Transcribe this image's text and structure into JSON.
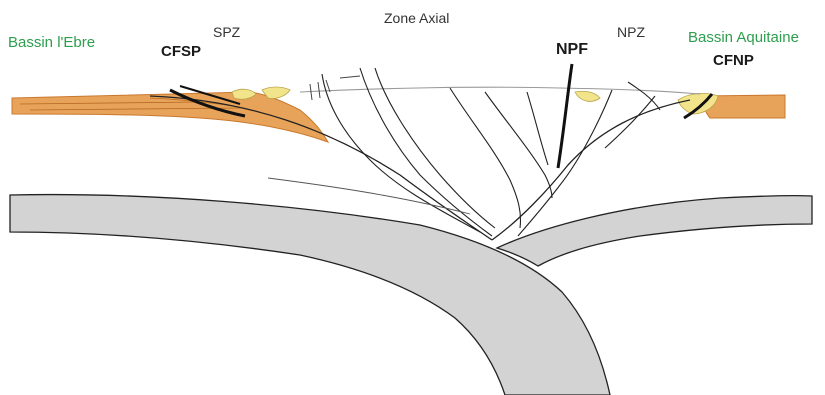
{
  "labels": {
    "bassin_ebre": "Bassin l'Ebre",
    "cfsp": "CFSP",
    "spz": "SPZ",
    "zone_axial": "Zone Axial",
    "npf": "NPF",
    "npz": "NPZ",
    "bassin_aquitaine": "Bassin Aquitaine",
    "cfnp": "CFNP"
  },
  "colors": {
    "basin_label": "#2e9e4f",
    "foreland_sediment": "#e8a35a",
    "foreland_sediment_dark": "#c9782c",
    "synorogenic_deposit": "#f2e48a",
    "lithospheric_slab": "#d3d3d3",
    "outline": "#222222",
    "thrust_fault": "#111111",
    "surface_line": "#9a9a9a"
  }
}
